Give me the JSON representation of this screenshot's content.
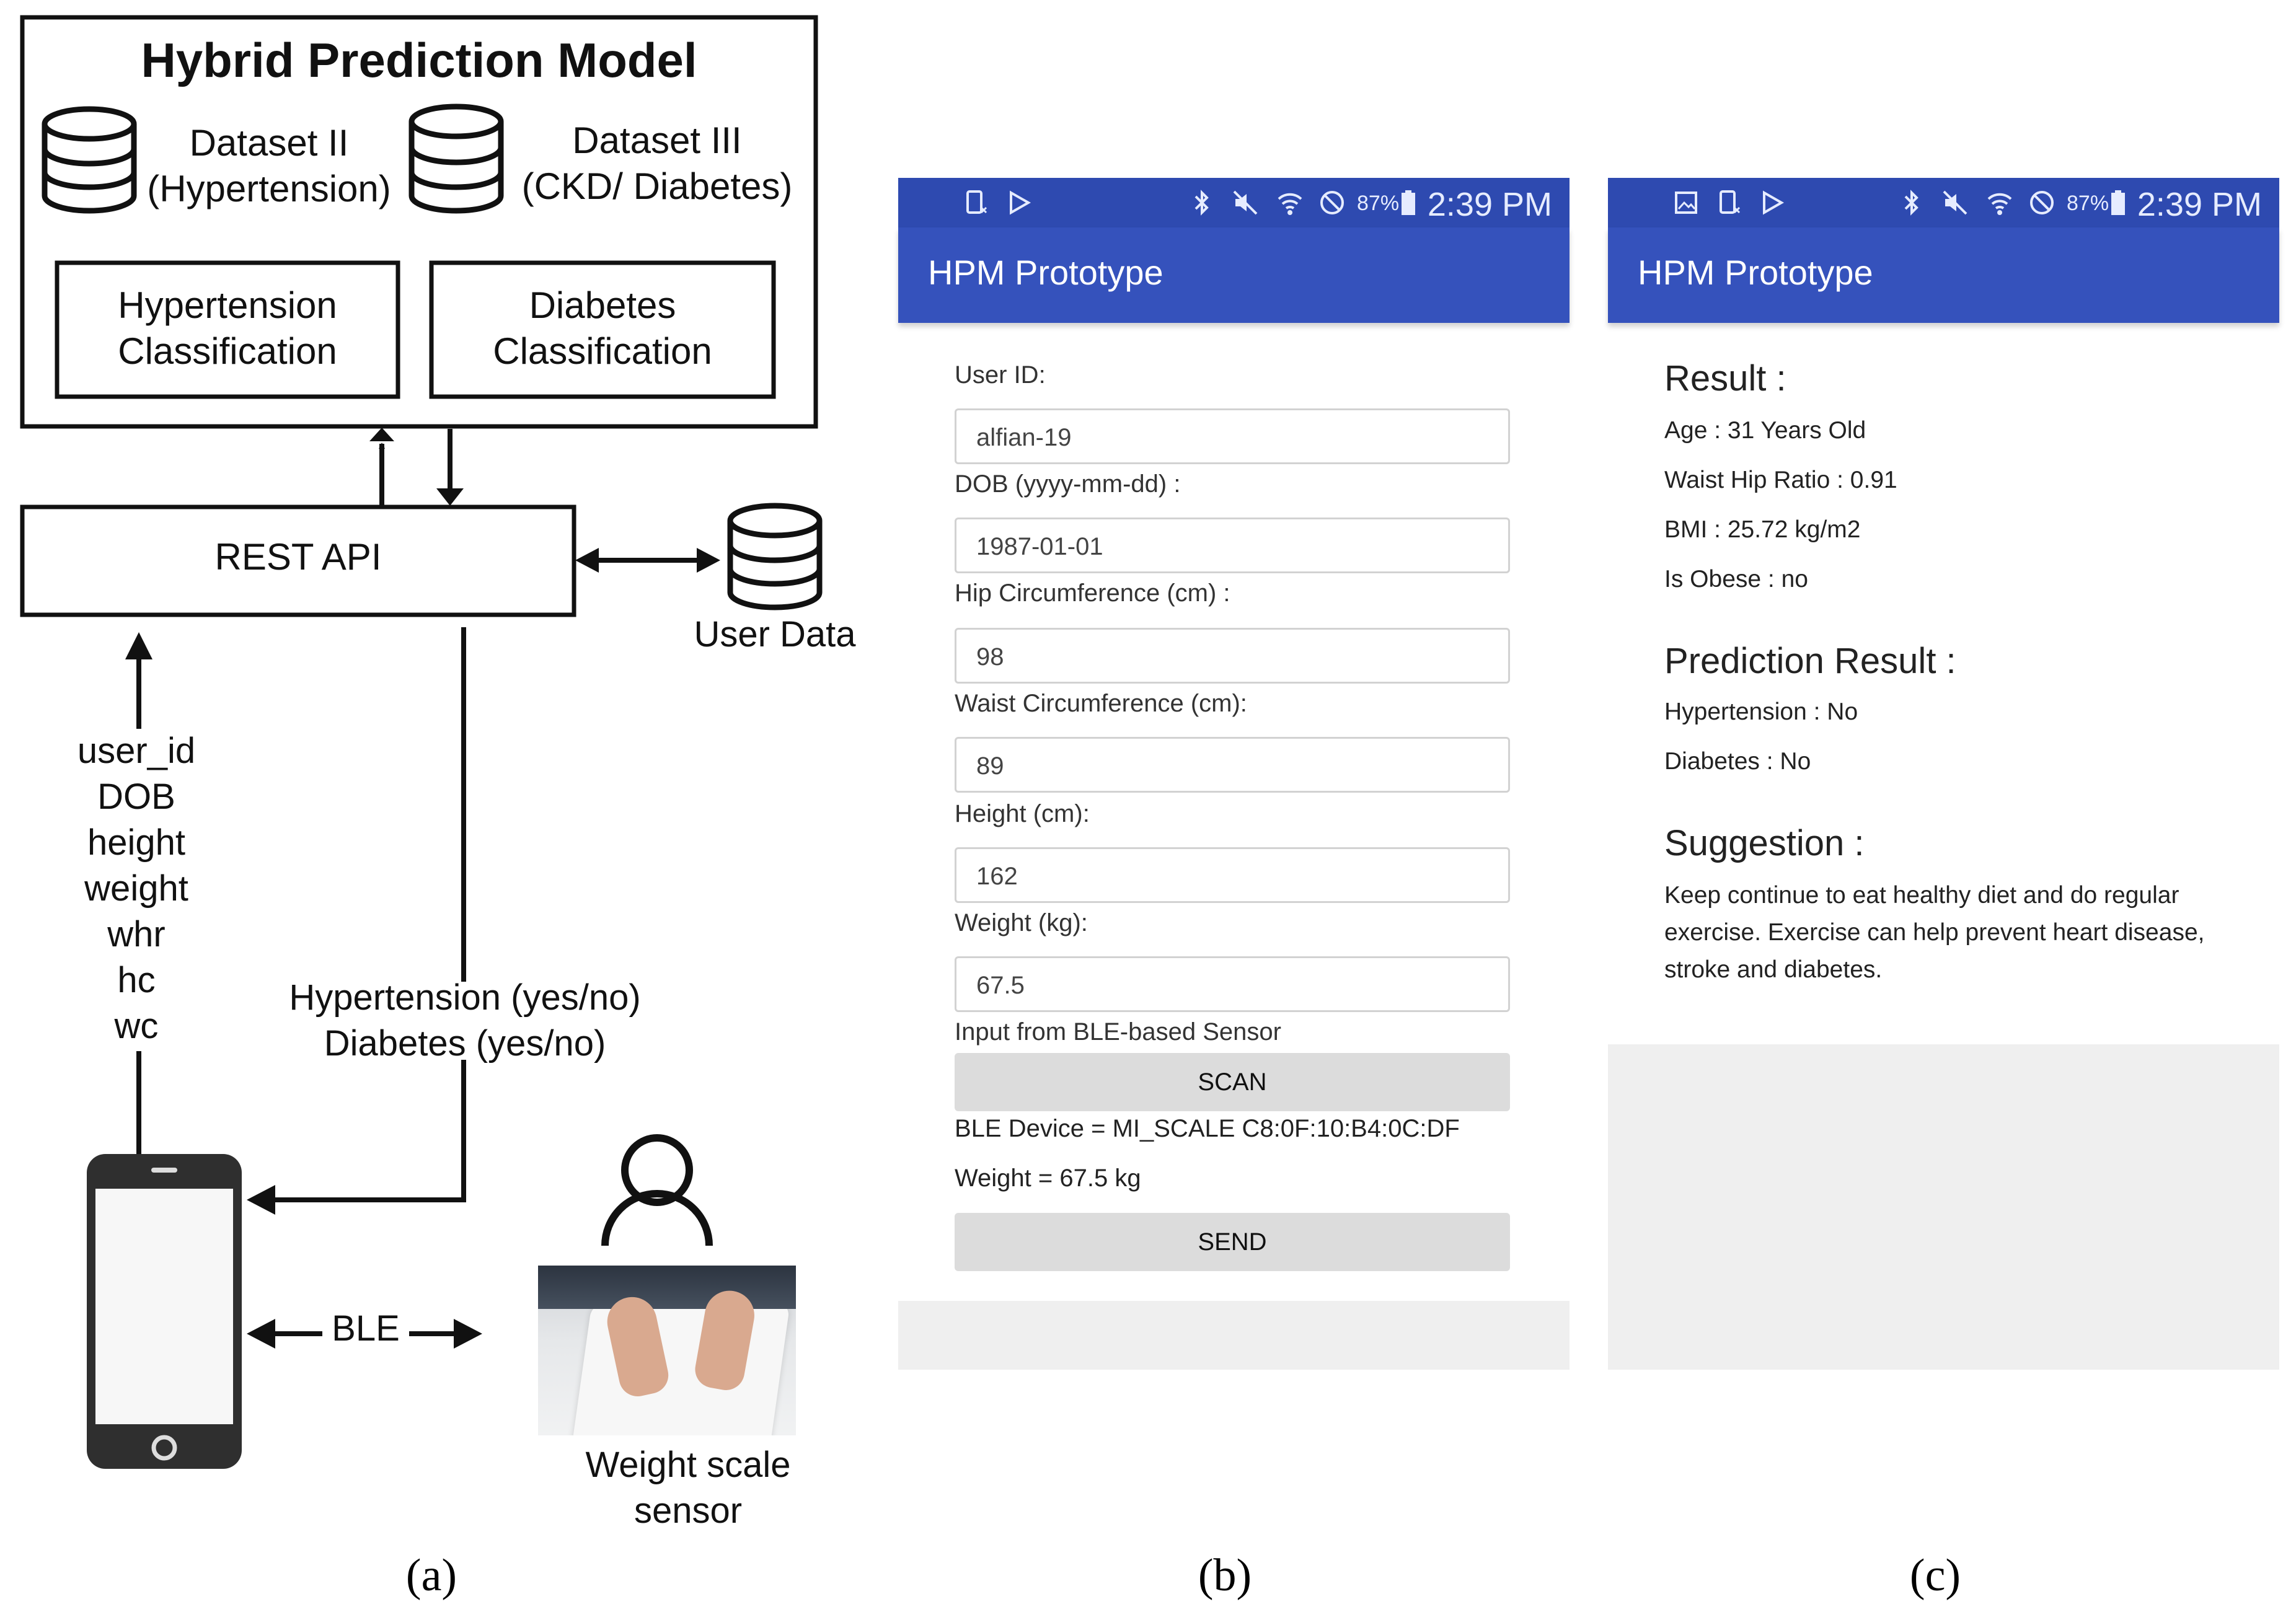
{
  "panel_a": {
    "model_title": "Hybrid Prediction Model",
    "dataset_2": [
      "Dataset II",
      "(Hypertension)"
    ],
    "dataset_3": [
      "Dataset III",
      "(CKD/ Diabetes)"
    ],
    "hypertension_cls": [
      "Hypertension",
      "Classification"
    ],
    "diabetes_cls": [
      "Diabetes",
      "Classification"
    ],
    "rest_api": "REST API",
    "user_data": "User Data",
    "params": [
      "user_id",
      "DOB",
      "height",
      "weight",
      "whr",
      "hc",
      "wc"
    ],
    "response": [
      "Hypertension (yes/no)",
      "Diabetes (yes/no)"
    ],
    "ble": "BLE",
    "scale": [
      "Weight scale",
      "sensor"
    ]
  },
  "letters": {
    "a": "(a)",
    "b": "(b)",
    "c": "(c)"
  },
  "status_bar": {
    "battery": "87%",
    "time": "2:39 PM"
  },
  "screen_b": {
    "app_title": "HPM Prototype",
    "fields": [
      {
        "label": "User ID:",
        "value": "alfian-19"
      },
      {
        "label": "DOB (yyyy-mm-dd) :",
        "value": "1987-01-01"
      },
      {
        "label": "Hip Circumference (cm) :",
        "value": "98"
      },
      {
        "label": "Waist Circumference (cm):",
        "value": "89"
      },
      {
        "label": "Height (cm):",
        "value": "162"
      },
      {
        "label": "Weight (kg):",
        "value": "67.5"
      }
    ],
    "sensor_label": "Input from BLE-based Sensor",
    "scan_button": "SCAN",
    "ble_device": "BLE Device = MI_SCALE C8:0F:10:B4:0C:DF",
    "weight_reading": "Weight = 67.5 kg",
    "send_button": "SEND"
  },
  "screen_c": {
    "app_title": "HPM Prototype",
    "result_heading": "Result :",
    "result_lines": [
      "Age : 31 Years Old",
      "Waist Hip Ratio : 0.91",
      "BMI : 25.72 kg/m2",
      "Is Obese : no"
    ],
    "prediction_heading": "Prediction Result :",
    "prediction_lines": [
      "Hypertension : No",
      "Diabetes : No"
    ],
    "suggestion_heading": "Suggestion :",
    "suggestion_text": "Keep continue to eat healthy diet and do regular exercise. Exercise can help prevent heart disease, stroke and diabetes."
  },
  "colors": {
    "status_bar": "#2e4ab0",
    "app_bar": "#3552bc",
    "button": "#dcdcdc",
    "footer": "#efefef"
  },
  "icons": [
    "database-icon",
    "smartphone-icon",
    "user-icon",
    "bluetooth-icon",
    "mute-icon",
    "wifi-icon",
    "block-icon",
    "battery-icon"
  ]
}
